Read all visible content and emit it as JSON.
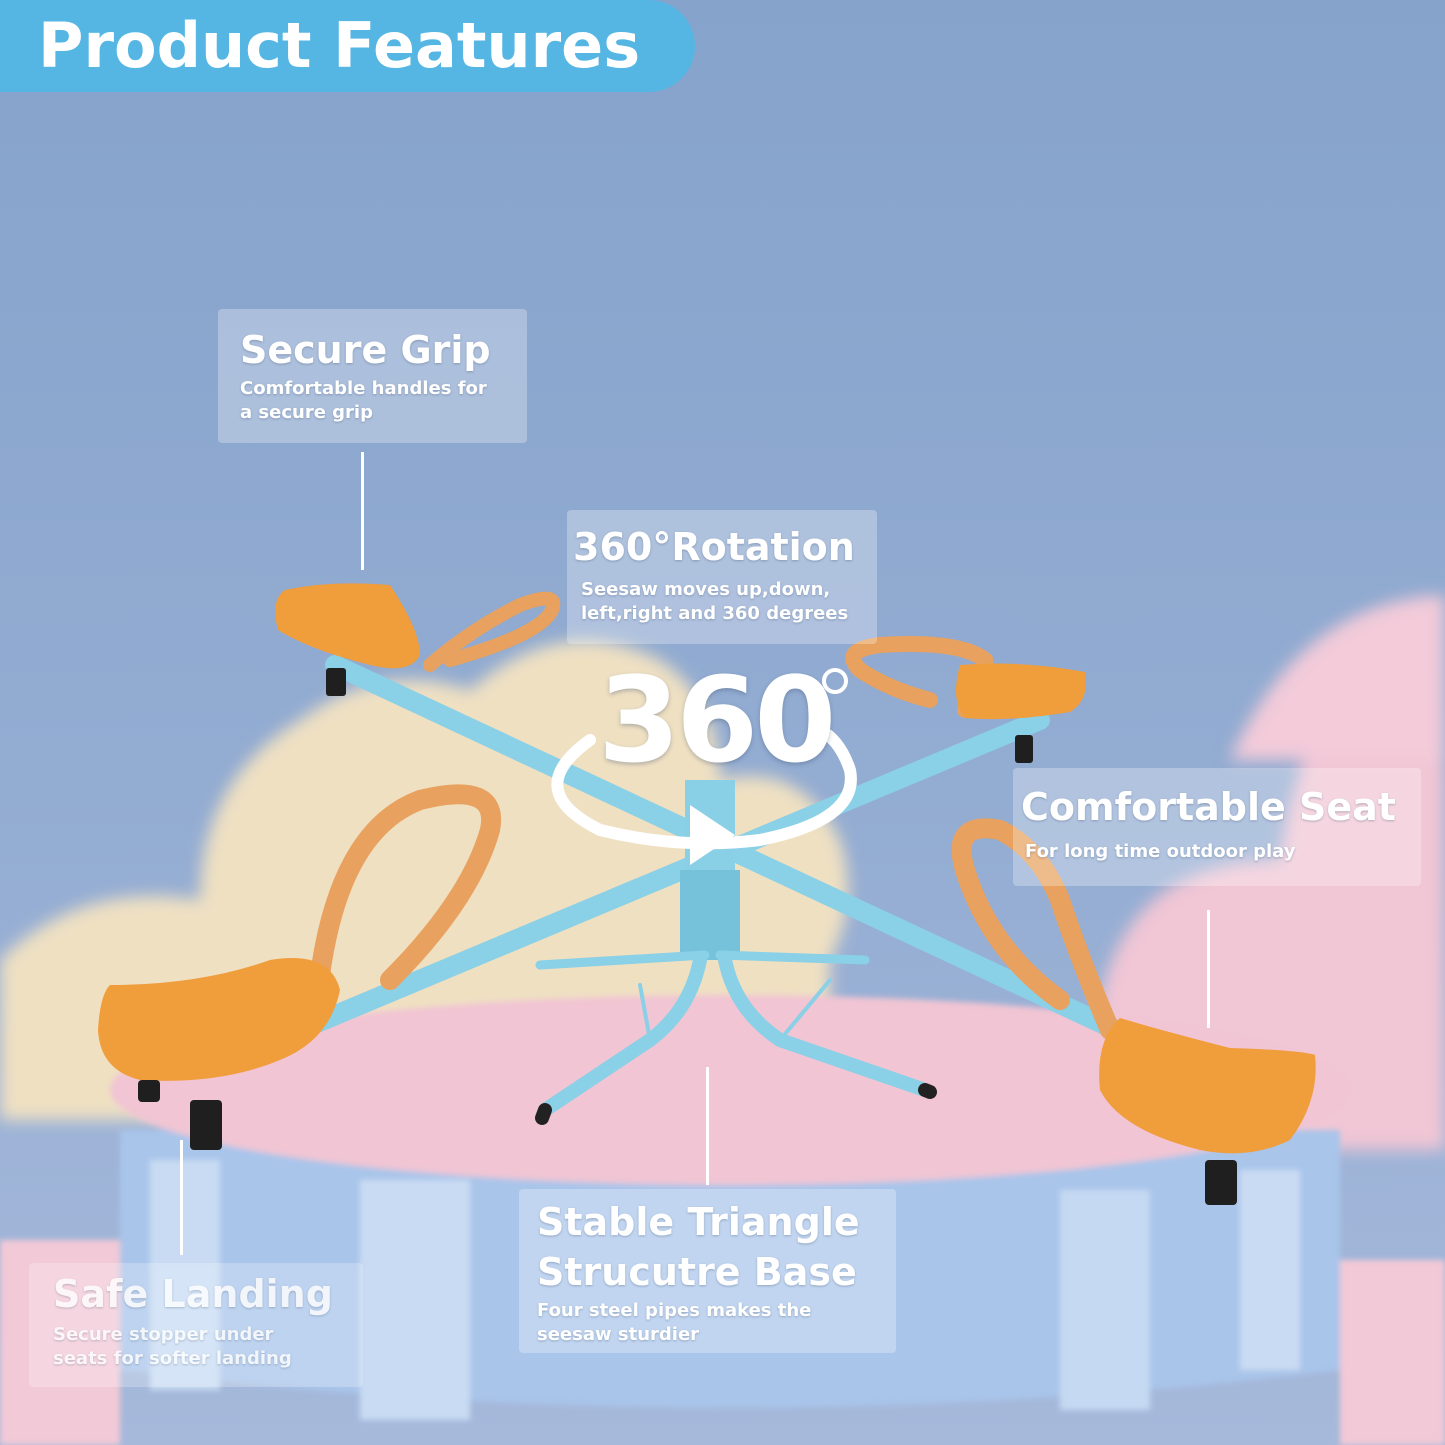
{
  "header": {
    "title": "Product Features"
  },
  "callouts": {
    "secure_grip": {
      "title": "Secure Grip",
      "desc": "Comfortable handles for\na secure grip"
    },
    "rotation": {
      "title": "360°Rotation",
      "desc": "Seesaw moves up,down,\nleft,right and 360 degrees"
    },
    "comfortable_seat": {
      "title": "Comfortable Seat",
      "desc": "For long time outdoor play"
    },
    "stable_base": {
      "title": "Stable Triangle\nStrucutre Base",
      "desc": "Four steel pipes makes the\nseesaw sturdier"
    },
    "safe_landing": {
      "title": "Safe Landing",
      "desc": "Secure stopper under\nseats for softer landing"
    }
  },
  "badge": {
    "text": "360"
  },
  "colors": {
    "header_bg": "#55b6e4",
    "wall": "#8fa9cf",
    "frame": "#8fd3e8",
    "seat": "#f0a040",
    "handle": "#e9a363",
    "cloud_cream": "#efe1c3",
    "cloud_pink": "#f1c7d6",
    "platform_pink": "#f2c6d4",
    "platform_blue": "#a9c6ea"
  }
}
